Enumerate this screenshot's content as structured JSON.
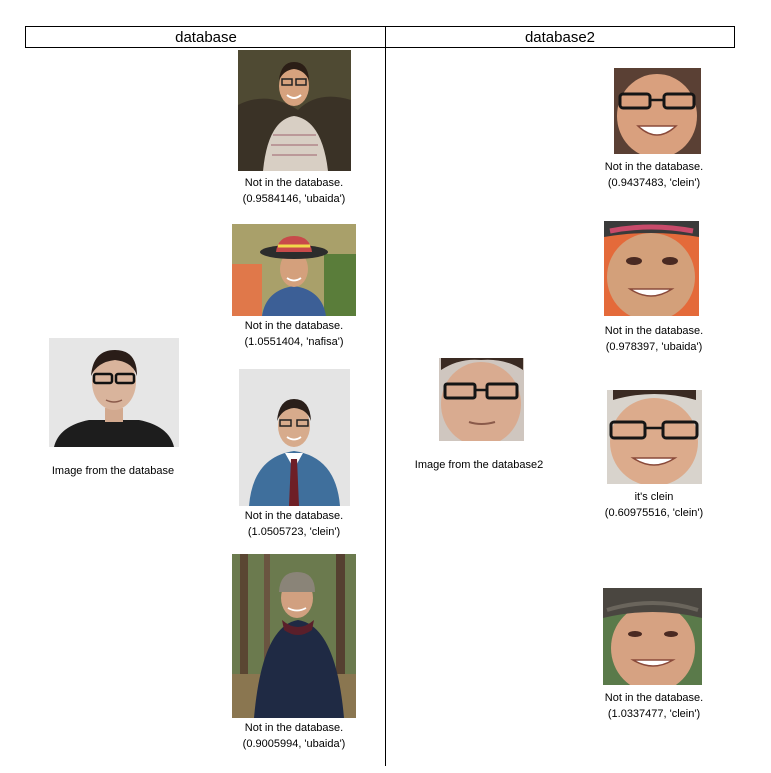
{
  "headers": {
    "left": "database",
    "right": "database2"
  },
  "left": {
    "reference_caption": "Image from the database",
    "results": [
      {
        "status": "Not in the database.",
        "score": "(0.9584146, 'ubaida')"
      },
      {
        "status": "Not in the database.",
        "score": "(1.0551404, 'nafisa')"
      },
      {
        "status": "Not in the database.",
        "score": "(1.0505723, 'clein')"
      },
      {
        "status": "Not in the database.",
        "score": "(0.9005994, 'ubaida')"
      }
    ]
  },
  "right": {
    "reference_caption": "Image from the database2",
    "results": [
      {
        "status": "Not in the database.",
        "score": "(0.9437483, 'clein')"
      },
      {
        "status": "Not in the database.",
        "score": "(0.978397, 'ubaida')"
      },
      {
        "status": "it's clein",
        "score": "(0.60975516, 'clein')"
      },
      {
        "status": "Not in the database.",
        "score": "(1.0337477, 'clein')"
      }
    ]
  }
}
